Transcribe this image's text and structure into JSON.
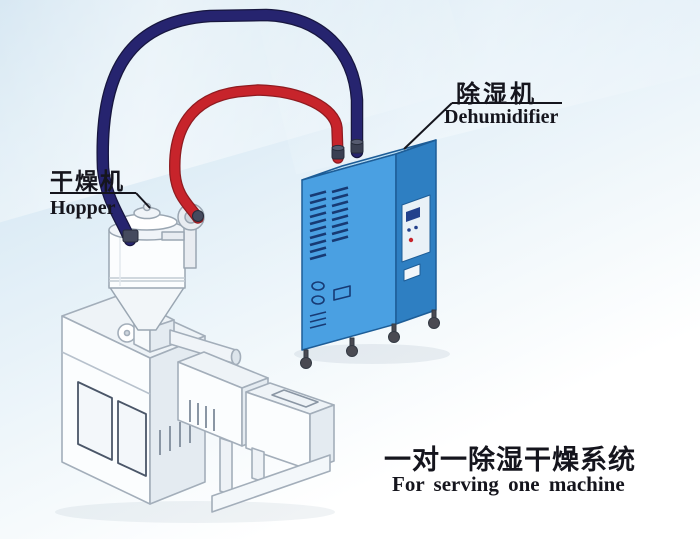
{
  "illustration": {
    "labels": {
      "hopper": {
        "zh": "干燥机",
        "en": "Hopper"
      },
      "dehumidifier": {
        "zh": "除湿机",
        "en": "Dehumidifier"
      },
      "caption": {
        "zh": "一对一除湿干燥系统",
        "en": "For serving one machine"
      }
    },
    "components": {
      "hopper_dryer": "hopper-dryer",
      "dehumidifier_cabinet": "dehumidifier-cabinet",
      "extruder_machine": "extruder-machine",
      "pipe_return": "red-return-air-pipe",
      "pipe_supply": "navy-dry-air-pipe"
    },
    "colors": {
      "pipe_red": "#c7242b",
      "pipe_red_outline": "#8f1b20",
      "pipe_navy": "#26246f",
      "pipe_navy_outline": "#17163f",
      "cabinet_front": "#4aa0e2",
      "cabinet_side": "#2e7fc2",
      "cabinet_top": "#b9ddf3",
      "cabinet_vent": "#173a74",
      "machine_line": "#a3aeba",
      "background_top": "#c9dfee",
      "text": "#15151d"
    }
  }
}
